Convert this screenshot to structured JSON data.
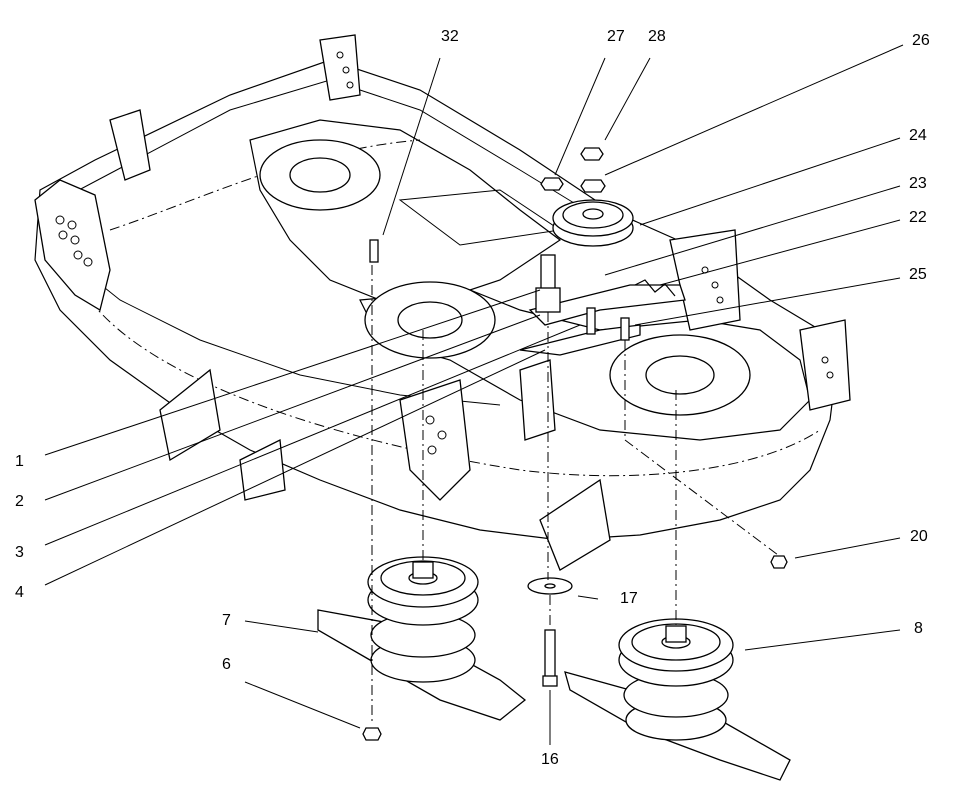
{
  "diagram": {
    "callouts": [
      {
        "id": "c32",
        "label": "32"
      },
      {
        "id": "c27",
        "label": "27"
      },
      {
        "id": "c28",
        "label": "28"
      },
      {
        "id": "c26",
        "label": "26"
      },
      {
        "id": "c24",
        "label": "24"
      },
      {
        "id": "c23",
        "label": "23"
      },
      {
        "id": "c22",
        "label": "22"
      },
      {
        "id": "c25",
        "label": "25"
      },
      {
        "id": "c1",
        "label": "1"
      },
      {
        "id": "c2",
        "label": "2"
      },
      {
        "id": "c3",
        "label": "3"
      },
      {
        "id": "c4",
        "label": "4"
      },
      {
        "id": "c20",
        "label": "20"
      },
      {
        "id": "c17",
        "label": "17"
      },
      {
        "id": "c7",
        "label": "7"
      },
      {
        "id": "c8",
        "label": "8"
      },
      {
        "id": "c6",
        "label": "6"
      },
      {
        "id": "c16",
        "label": "16"
      }
    ]
  }
}
